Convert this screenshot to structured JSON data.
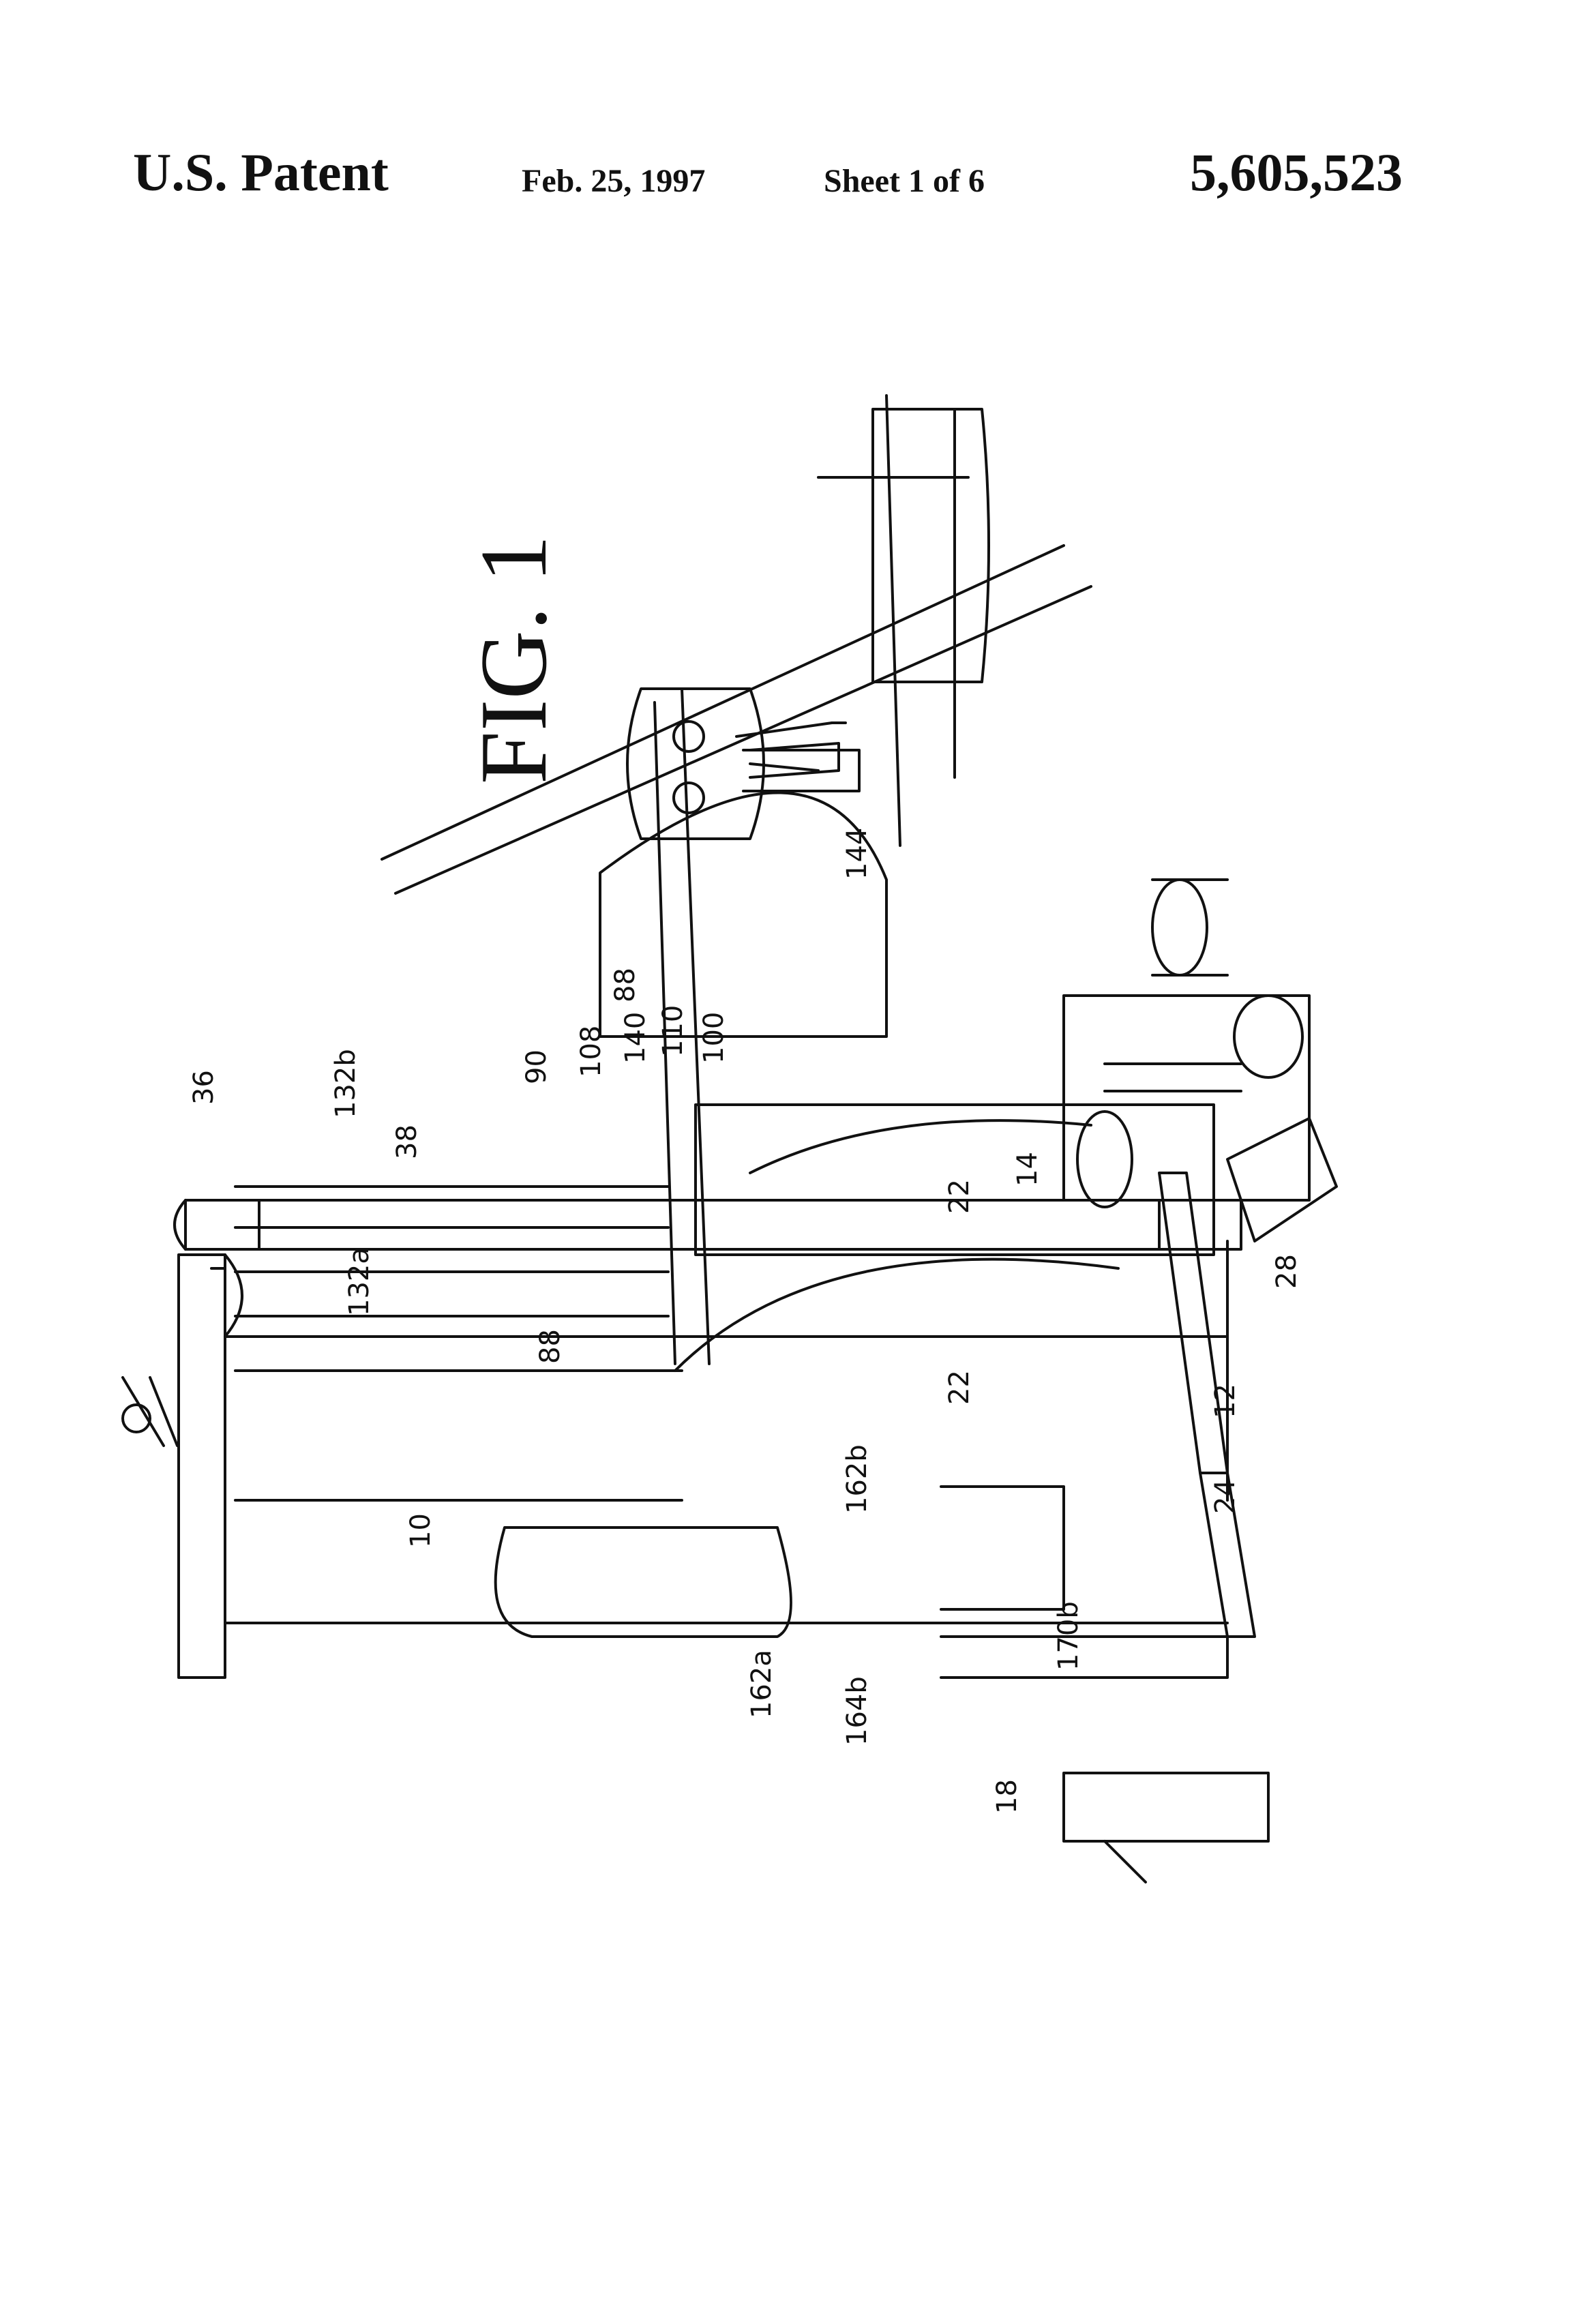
{
  "header": {
    "patent_label": "U.S. Patent",
    "date": "Feb. 25, 1997",
    "sheet": "Sheet 1 of 6",
    "patent_number": "5,605,523"
  },
  "figure": {
    "label": "FIG. 1",
    "reference_numerals": [
      "36",
      "132b",
      "38",
      "132a",
      "88",
      "90",
      "108",
      "88",
      "140",
      "110",
      "100",
      "144",
      "22",
      "14",
      "28",
      "12",
      "22",
      "24",
      "162b",
      "10",
      "170b",
      "162a",
      "164b",
      "18"
    ]
  }
}
